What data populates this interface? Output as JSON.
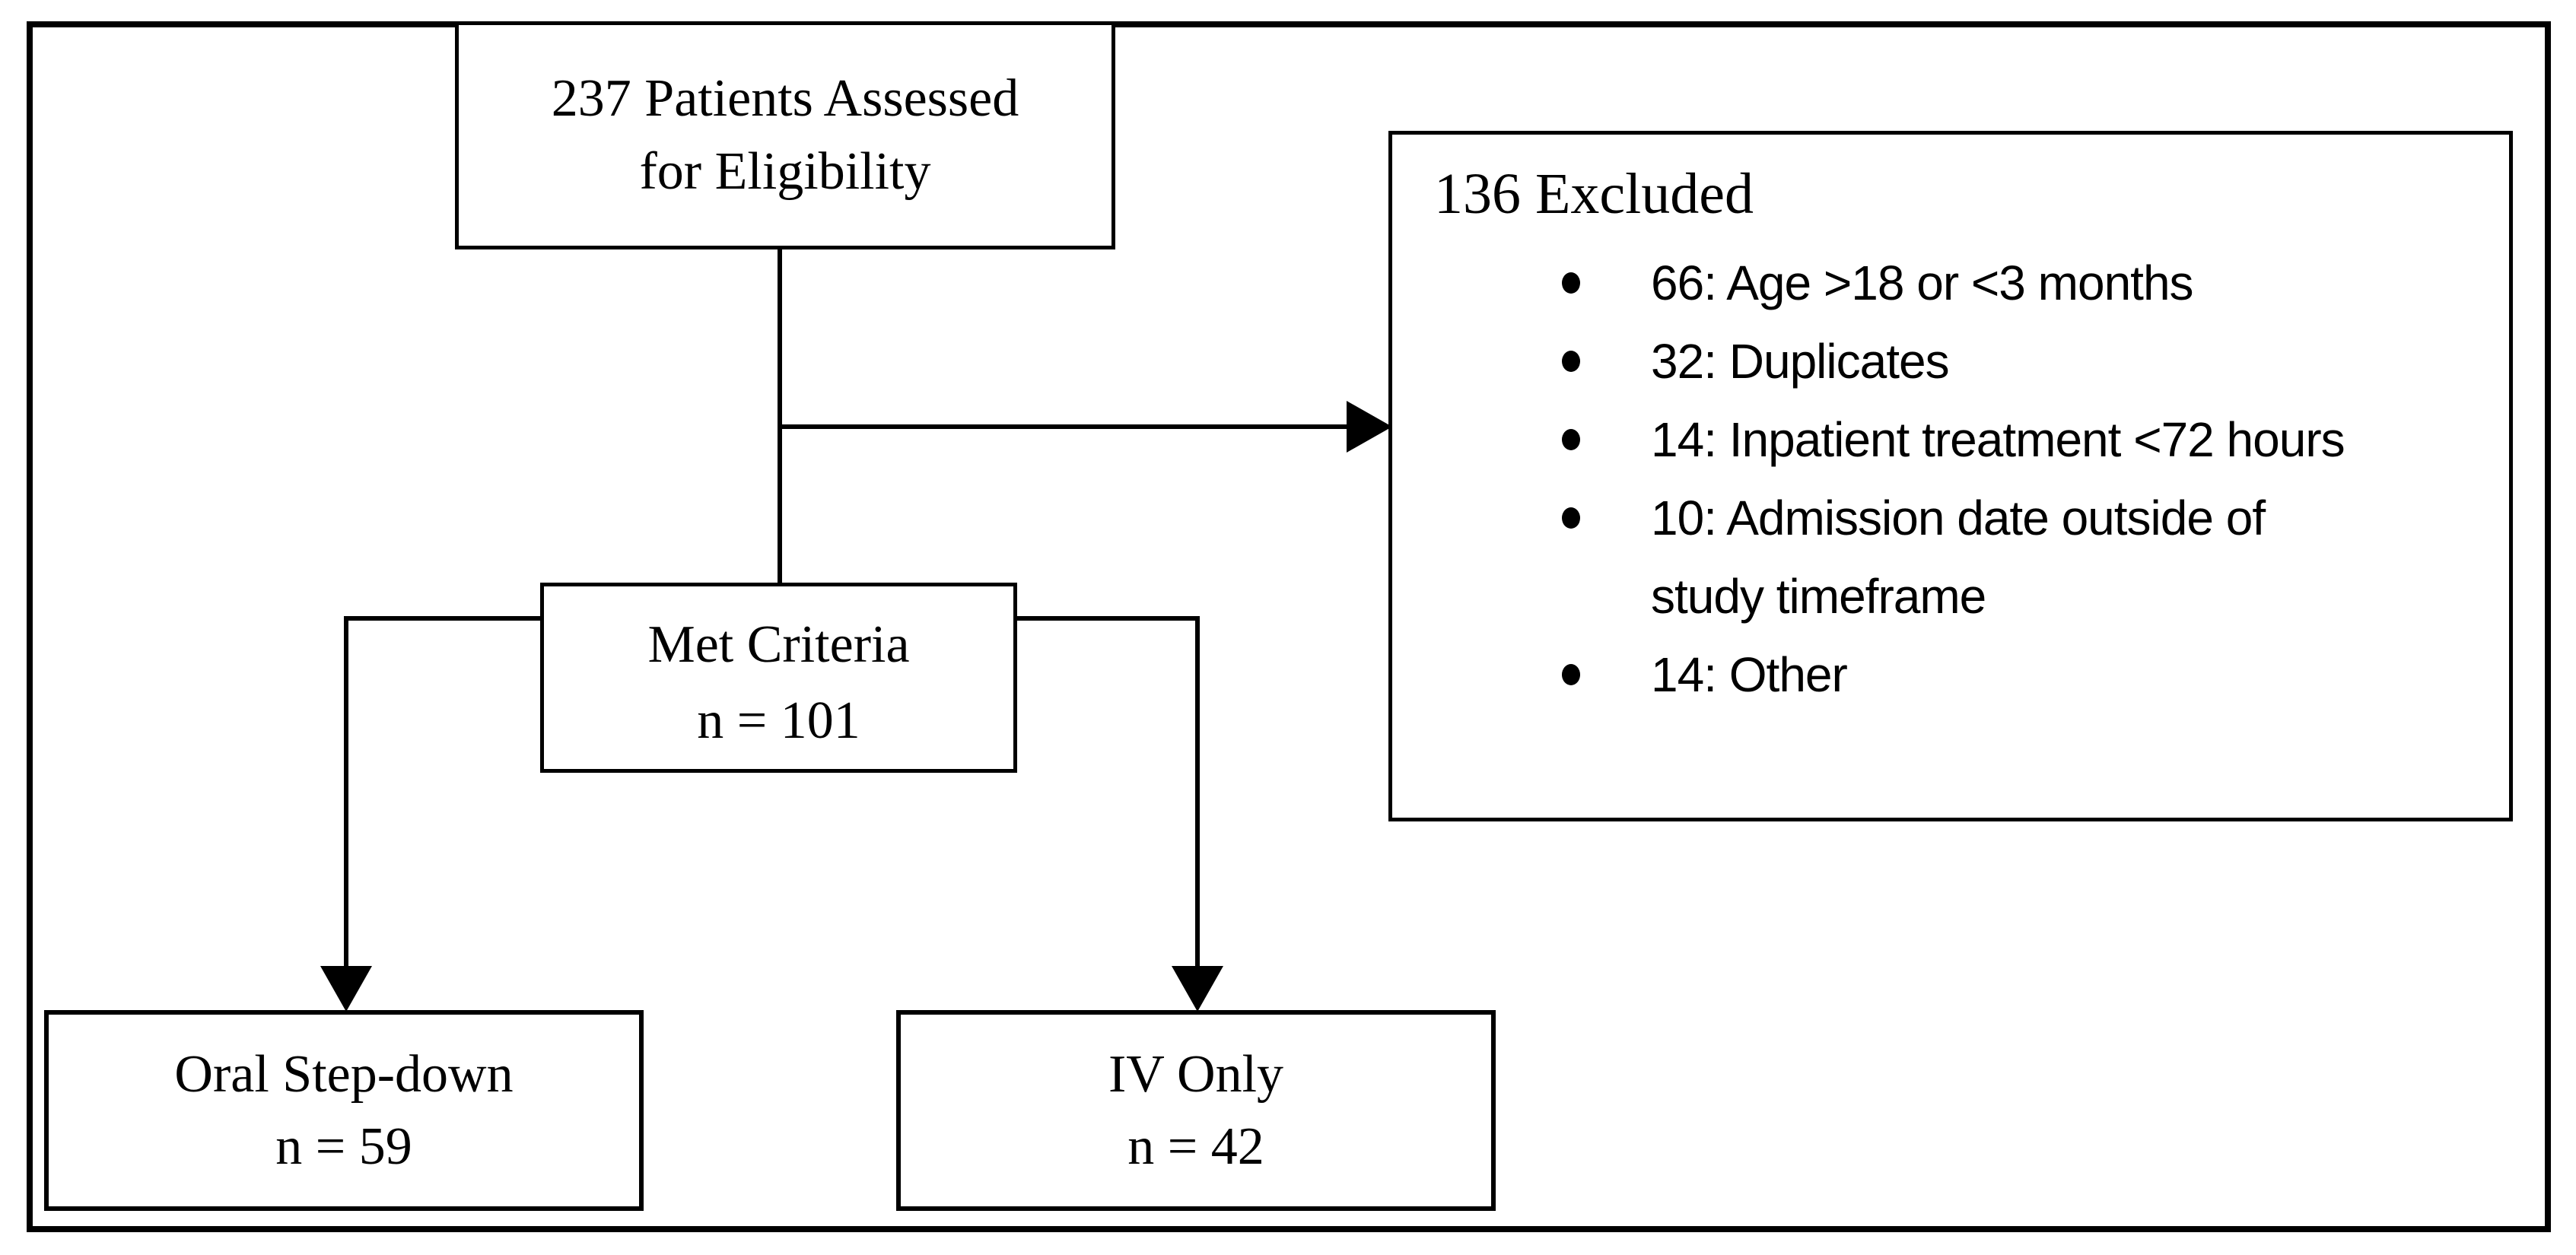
{
  "diagram": {
    "assessed_box": {
      "line1": "237 Patients Assessed",
      "line2": "for Eligibility"
    },
    "excluded_box": {
      "title": "136 Excluded",
      "items": [
        "66: Age >18 or <3 months",
        "32: Duplicates",
        "14: Inpatient treatment <72 hours",
        "10: Admission date outside of\nstudy timeframe",
        "14: Other"
      ]
    },
    "met_criteria_box": {
      "line1": "Met Criteria",
      "line2": "n = 101"
    },
    "oral_stepdown_box": {
      "line1": "Oral Step-down",
      "line2": "n = 59"
    },
    "iv_only_box": {
      "line1": "IV Only",
      "line2": "n = 42"
    },
    "colors": {
      "line": "#000000",
      "background": "#ffffff"
    }
  }
}
